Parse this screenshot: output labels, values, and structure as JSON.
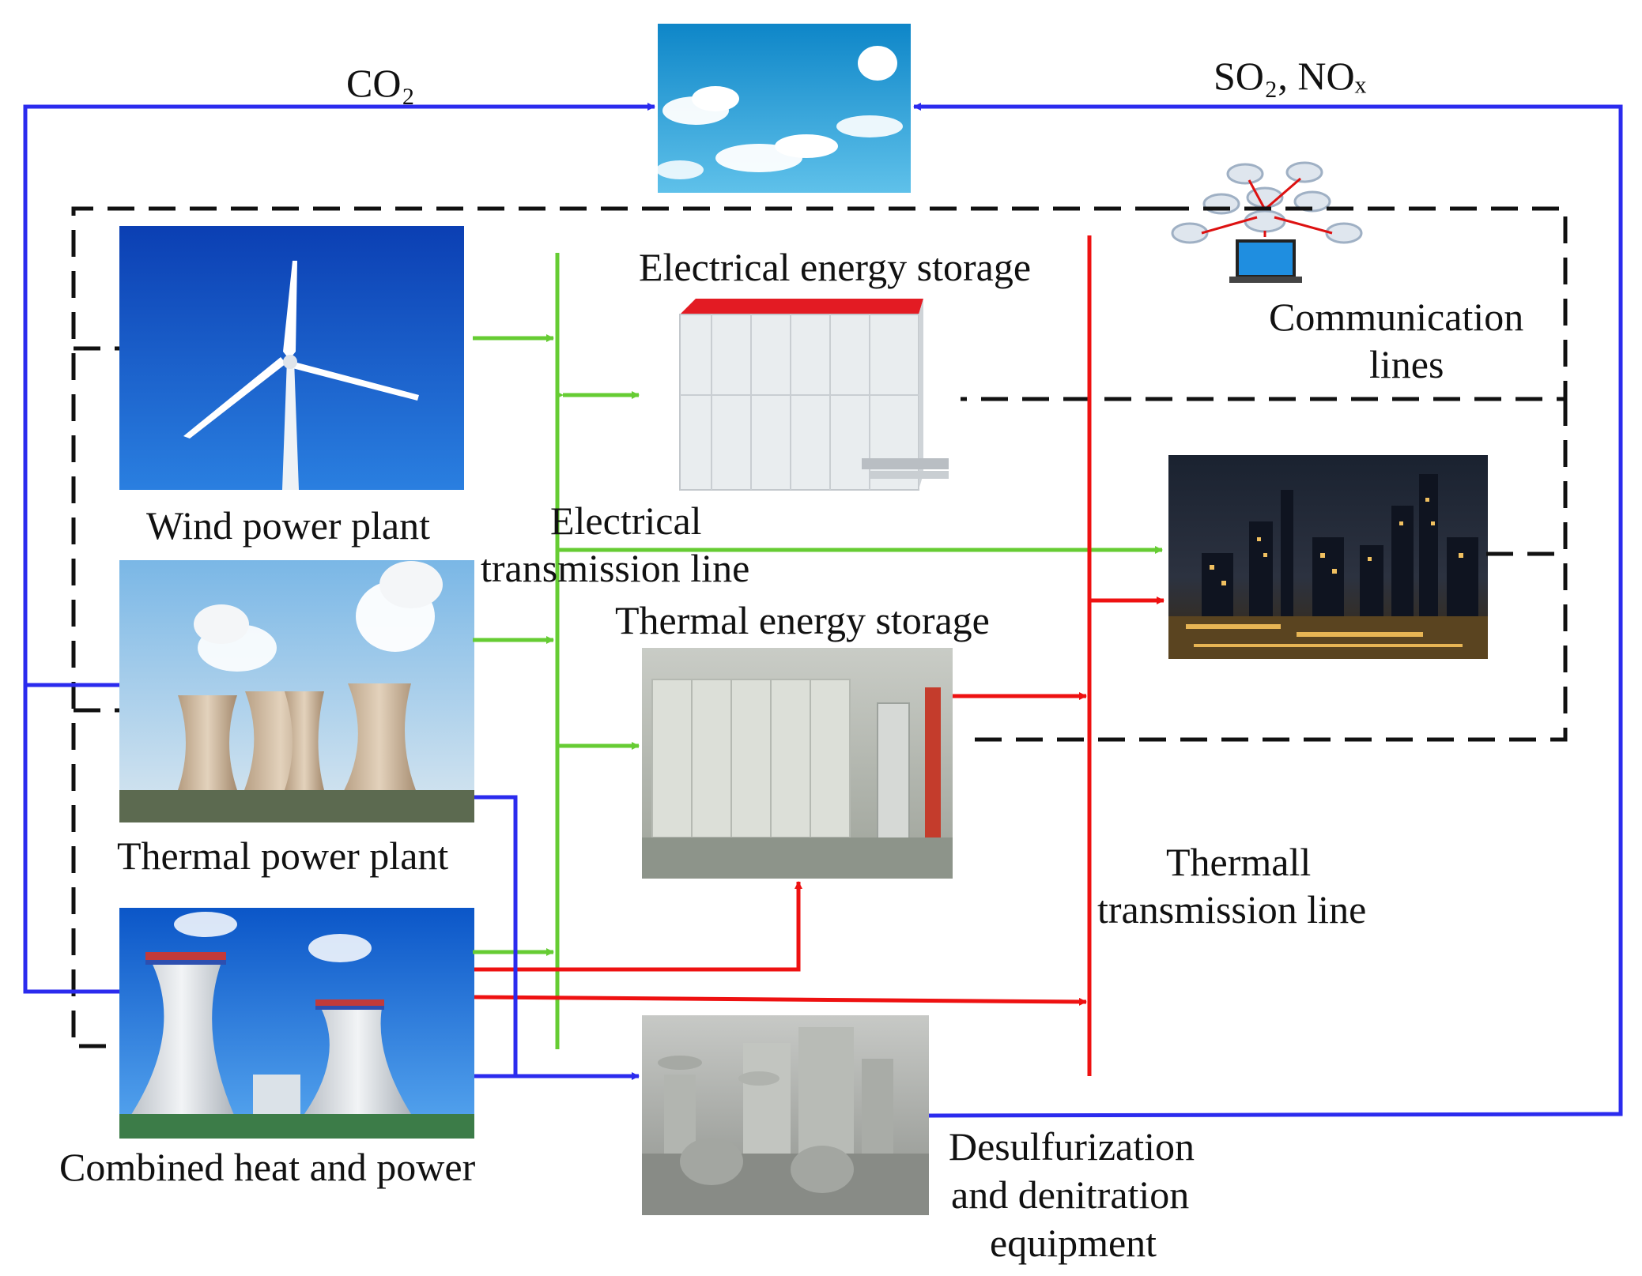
{
  "labels": {
    "co2": "CO₂",
    "so2_nox": "SO₂, NOₓ",
    "electrical_storage": "Electrical energy storage",
    "communication_line1": "Communication",
    "communication_line2": "lines",
    "wind_plant": "Wind power plant",
    "electrical_line1": "Electrical",
    "electrical_line2": "transmission line",
    "thermal_storage": "Thermal energy storage",
    "thermal_plant": "Thermal power plant",
    "thermall_line1": "Thermall",
    "thermall_line2": "transmission line",
    "chp": "Combined heat and power",
    "desulf_line1": "Desulfurization",
    "desulf_line2": "and denitration",
    "desulf_line3": "equipment"
  },
  "colors": {
    "electrical": "#66cc33",
    "thermal": "#ee1111",
    "emission": "#2b2bee",
    "communication": "#111111"
  },
  "icons": [
    "sky-photo",
    "wind-turbine-photo",
    "battery-cabinet-photo",
    "cloud-network-icon",
    "city-night-photo",
    "cooling-tower-photo",
    "thermal-storage-room-photo",
    "chp-plant-photo",
    "scrubber-photo"
  ]
}
